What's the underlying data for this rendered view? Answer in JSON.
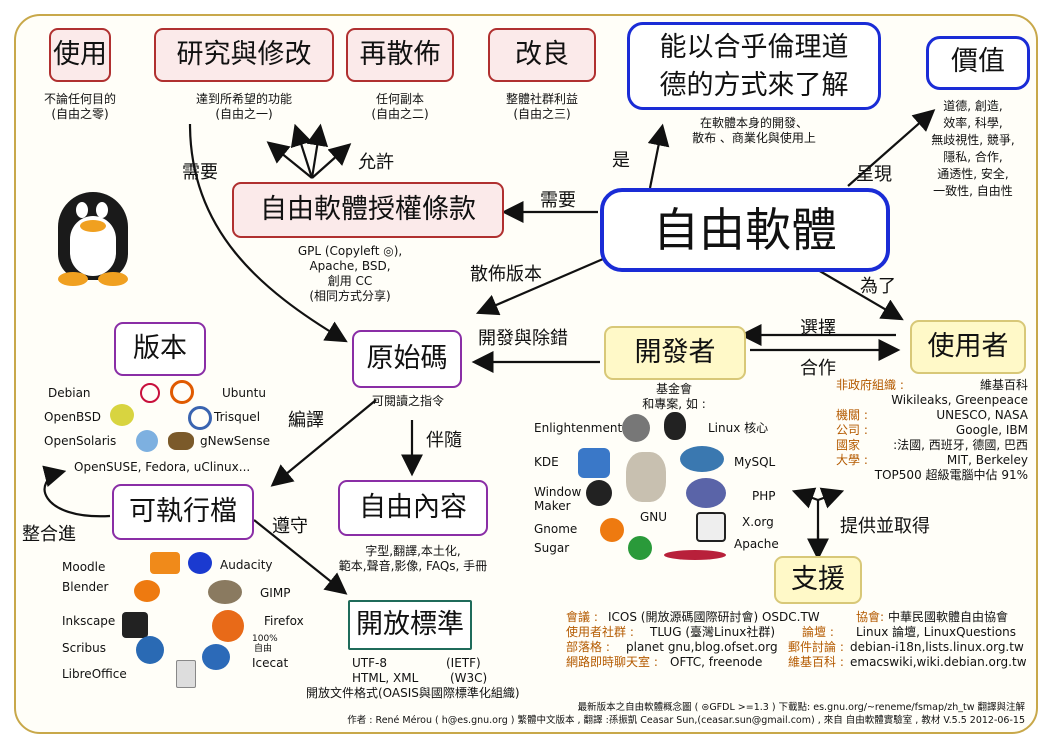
{
  "freedoms": [
    {
      "title": "使用",
      "line1": "不論任何目的",
      "line2": "(自由之零)"
    },
    {
      "title": "研究與修改",
      "line1": "達到所希望的功能",
      "line2": "(自由之一)"
    },
    {
      "title": "再散佈",
      "line1": "任何副本",
      "line2": "(自由之二)"
    },
    {
      "title": "改良",
      "line1": "整體社群利益",
      "line2": "(自由之三)"
    }
  ],
  "ethics": {
    "line1": "能以合乎倫理道",
    "line2": "德的方式來了解",
    "sub1": "在軟體本身的開發、",
    "sub2": "散布 、商業化與使用上"
  },
  "values": {
    "title": "價值",
    "lines": [
      "道德, 創造,",
      "效率, 科學,",
      "無歧視性, 競爭,",
      "隱私, 合作,",
      "通透性, 安全,",
      "一致性, 自由性"
    ]
  },
  "center": {
    "title": "自由軟體"
  },
  "license": {
    "title": "自由軟體授權條款",
    "lines": [
      "GPL (Copyleft ◎),",
      "Apache, BSD,",
      "創用 CC",
      "(相同方式分享)"
    ]
  },
  "source": {
    "title": "原始碼",
    "sub": "可閱讀之指令"
  },
  "versions": {
    "title": "版本",
    "distros_left": [
      "Debian",
      "OpenBSD",
      "OpenSolaris"
    ],
    "distros_right": [
      "Ubuntu",
      "Trisquel",
      "gNewSense"
    ],
    "others": "OpenSUSE, Fedora, uClinux..."
  },
  "executable": {
    "title": "可執行檔"
  },
  "content": {
    "title": "自由內容",
    "line1": "字型,翻譯,本土化,",
    "line2": "範本,聲音,影像, FAQs, 手冊"
  },
  "standards": {
    "title": "開放標準",
    "row1_left": "UTF-8",
    "row1_right": "(IETF)",
    "row2_left": "HTML, XML",
    "row2_right": "(W3C)",
    "line3": "開放文件格式(OASIS與國際標準化組織)"
  },
  "developers": {
    "title": "開發者",
    "line1": "基金會",
    "line2": "和專案, 如 :",
    "projects_left": [
      "Enlightenment",
      "KDE",
      "Window",
      "Maker",
      "Gnome",
      "Sugar"
    ],
    "projects_right": [
      "Linux 核心",
      "MySQL",
      "PHP",
      "X.org",
      "Apache"
    ],
    "gnu": "GNU"
  },
  "users": {
    "title": "使用者",
    "rows": [
      {
        "label": "非政府組織 :",
        "value": "維基百科"
      },
      {
        "label": "",
        "value": "Wikileaks, Greenpeace"
      },
      {
        "label": "機關 :",
        "value": "UNESCO, NASA"
      },
      {
        "label": "公司 :",
        "value": "Google, IBM"
      },
      {
        "label": "國家",
        "value": ":法國, 西班牙, 德國, 巴西"
      },
      {
        "label": "大學 :",
        "value": "MIT, Berkeley"
      },
      {
        "label": "",
        "value": "TOP500 超級電腦中佔 91%"
      }
    ]
  },
  "support": {
    "title": "支援",
    "rows": [
      {
        "label": "會議 :",
        "value": "ICOS (開放源碼國際研討會) OSDC.TW",
        "label2": "協會:",
        "value2": "中華民國軟體自由協會"
      },
      {
        "label": "使用者社群 :",
        "value": "TLUG (臺灣Linux社群)",
        "label2": "論壇 :",
        "value2": "Linux 論壇, LinuxQuestions"
      },
      {
        "label": "部落格 :",
        "value": "planet gnu,blog.ofset.org",
        "label2": "郵件討論 :",
        "value2": "debian-i18n,lists.linux.org.tw"
      },
      {
        "label": "網路即時聊天室 :",
        "value": "OFTC, freenode",
        "label2": "維基百科 :",
        "value2": "emacswiki,wiki.debian.org.tw"
      }
    ]
  },
  "apps": {
    "left": [
      "Moodle",
      "Blender",
      "Inkscape",
      "Scribus",
      "LibreOffice"
    ],
    "right": [
      "Audacity",
      "GIMP",
      "Firefox",
      "Icecat"
    ],
    "free_note_1": "100%",
    "free_note_2": "自由"
  },
  "edges": {
    "is": "是",
    "presents": "呈現",
    "needs1": "需要",
    "needs2": "需要",
    "allows": "允許",
    "distribute": "散佈版本",
    "forUse": "為了",
    "choose": "選擇",
    "cooperate": "合作",
    "develop": "開發與除錯",
    "compile": "編譯",
    "accompany": "伴隨",
    "comply": "遵守",
    "integrate": "整合進",
    "provide": "提供並取得"
  },
  "footer": {
    "line1": "最新版本之自由軟體概念圖 ( ⊜GFDL >=1.3 ) 下載點: es.gnu.org/~reneme/fsmap/zh_tw  翻譯與注解",
    "line2": "作者 : René Mérou ( h@es.gnu.org ) 繁體中文版本 , 翻譯 :孫振凱 Ceasar Sun,(ceasar.sun@gmail.com) , 來自 自由軟體實驗室 , 教材  V.5.5 2012-06-15"
  },
  "colors": {
    "red_border": "#b03030",
    "purple_border": "#8a2ea6",
    "blue_border": "#1a2cd6",
    "yellow_fill": "#fff9c8",
    "frame": "#c8a84a",
    "label_brown": "#b45a00"
  }
}
